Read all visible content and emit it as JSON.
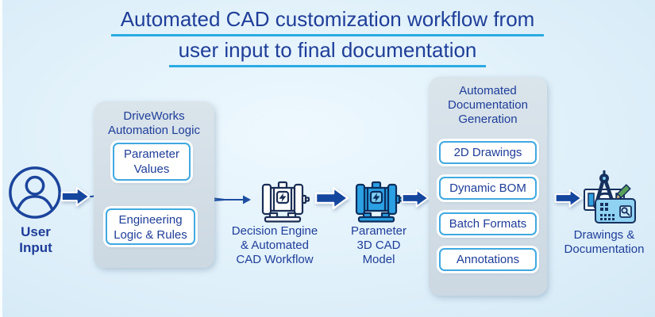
{
  "title": {
    "line1": "Automated CAD customization workflow from",
    "line2": "user input to final documentation"
  },
  "user": {
    "line1": "User",
    "line2": "Input"
  },
  "driveworks_box": {
    "title_line1": "DriveWorks",
    "title_line2": "Automation Logic",
    "item1_line1": "Parameter",
    "item1_line2": "Values",
    "item2_line1": "Engineering",
    "item2_line2": "Logic & Rules"
  },
  "decision_engine": {
    "line1": "Decision Engine",
    "line2": "& Automated",
    "line3": "CAD Workflow"
  },
  "parametric_model": {
    "line1": "Parameter",
    "line2": "3D CAD",
    "line3": "Model"
  },
  "doc_box": {
    "title_line1": "Automated",
    "title_line2": "Documentation",
    "title_line3": "Generation",
    "items": [
      "2D Drawings",
      "Dynamic BOM",
      "Batch Formats",
      "Annotations"
    ]
  },
  "output": {
    "line1": "Drawings &",
    "line2": "Documentation"
  },
  "icons": {
    "user": "user-icon",
    "motor_outline": "electric-motor-icon",
    "motor_blue": "electric-motor-3d-icon",
    "blueprint": "drafting-documents-icon",
    "block_arrow": "block-arrow-icon"
  },
  "colors": {
    "title_text": "#1f3e99",
    "underline": "#29abe2",
    "label_text": "#1e3d99",
    "arrow_fill": "#14469e",
    "connector": "#1d4fa1",
    "container_fill": "#d4dee7",
    "item_border": "#3fa9e1",
    "motor_blue": "#2ba1e4",
    "icon_dark_navy": "#16305e"
  }
}
